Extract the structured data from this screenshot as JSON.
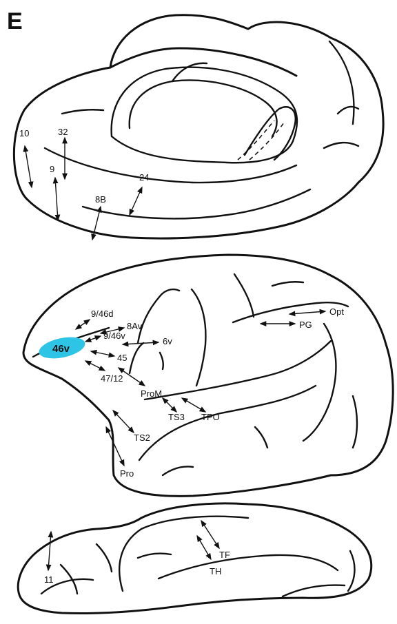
{
  "panel_label": "E",
  "highlight": {
    "label": "46v",
    "color": "#2EC4E6"
  },
  "views": {
    "medial": {
      "labels": [
        "10",
        "32",
        "9",
        "24",
        "8B"
      ]
    },
    "lateral": {
      "labels": [
        "9/46d",
        "8Av",
        "9/46v",
        "6v",
        "45",
        "47/12",
        "ProM",
        "TS3",
        "TPO",
        "TS2",
        "Pro",
        "Opt",
        "PG"
      ]
    },
    "ventral": {
      "labels": [
        "11",
        "TF",
        "TH"
      ]
    }
  }
}
